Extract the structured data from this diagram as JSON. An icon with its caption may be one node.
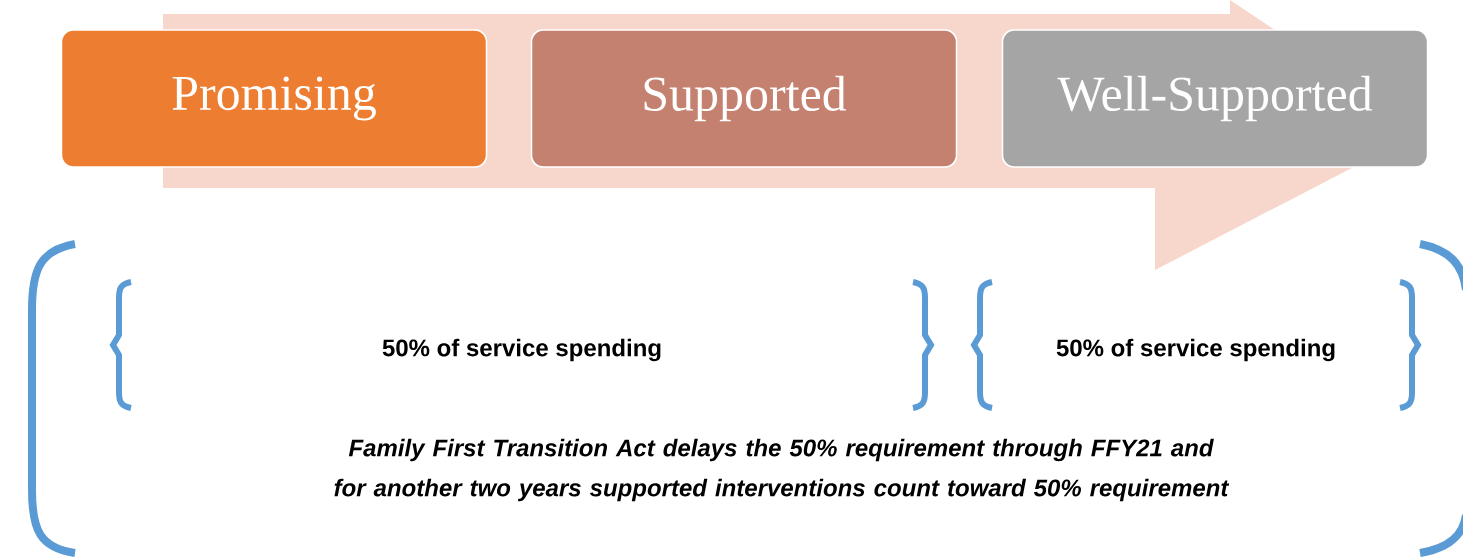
{
  "diagram": {
    "nodes": [
      {
        "text": [
          "Promising"
        ]
      },
      {
        "text": [
          "Supported"
        ]
      },
      {
        "text": [
          "Well-Supported"
        ]
      }
    ],
    "edges": [
      {
        "from": 0,
        "to": 2,
        "arrow": "to"
      }
    ],
    "labels": [
      "50% of service spending",
      "50% of service spending",
      "Family First Transition Act delays the 50% requirement through FFY21 and for another two years supported interventions count toward 50% requirement"
    ]
  }
}
